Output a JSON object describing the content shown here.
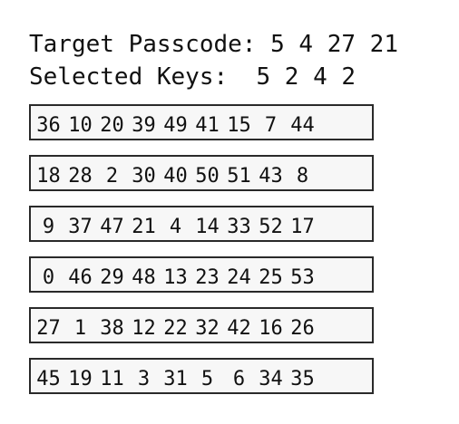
{
  "header": {
    "target_label": "Target Passcode:",
    "target_code": "5 4 27 21",
    "selected_label": "Selected Keys:",
    "selected_keys": "5 2 4 2"
  },
  "keypad_rows": [
    [
      "36",
      "10",
      "20",
      "39",
      "49",
      "41",
      "15",
      "7",
      "44"
    ],
    [
      "18",
      "28",
      "2",
      "30",
      "40",
      "50",
      "51",
      "43",
      "8"
    ],
    [
      "9",
      "37",
      "47",
      "21",
      "4",
      "14",
      "33",
      "52",
      "17"
    ],
    [
      "0",
      "46",
      "29",
      "48",
      "13",
      "23",
      "24",
      "25",
      "53"
    ],
    [
      "27",
      "1",
      "38",
      "12",
      "22",
      "32",
      "42",
      "16",
      "26"
    ],
    [
      "45",
      "19",
      "11",
      "3",
      "31",
      "5",
      "6",
      "34",
      "35"
    ]
  ]
}
